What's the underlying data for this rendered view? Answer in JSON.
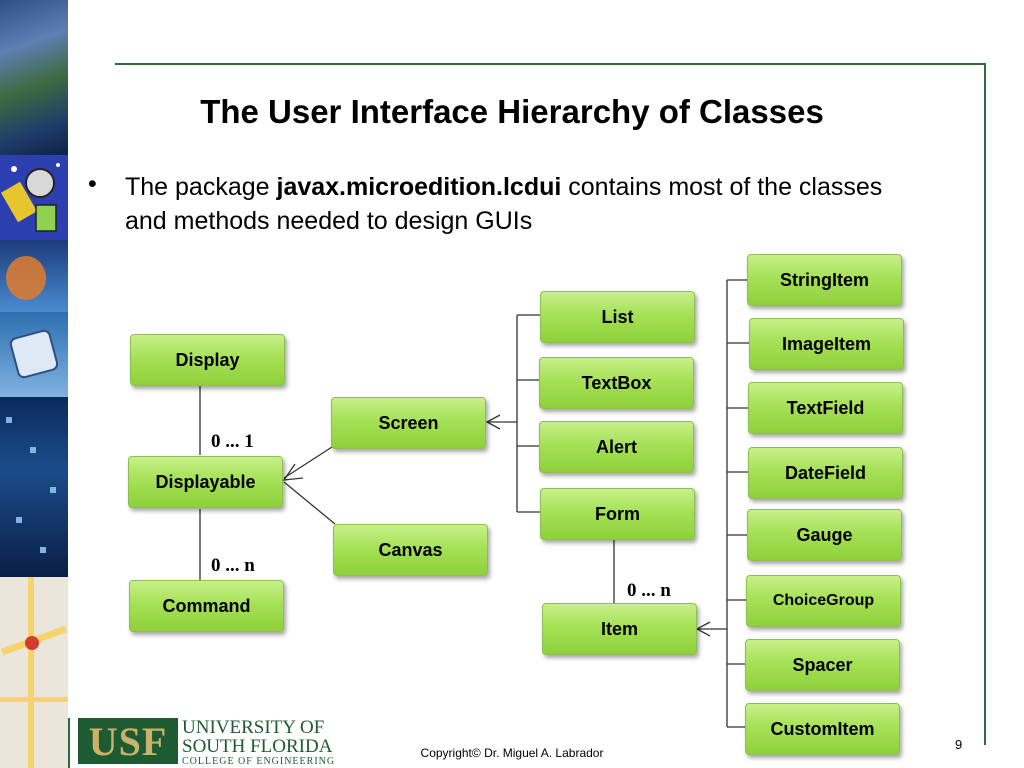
{
  "slide": {
    "title": "The User Interface Hierarchy of Classes",
    "bullet_marker": "•",
    "bullet_pre": "The package ",
    "bullet_bold": "javax.microedition.lcdui",
    "bullet_post": " contains most of the classes and methods needed to design GUIs",
    "copyright": "Copyright© Dr. Miguel A. Labrador",
    "page_number": "9"
  },
  "logo": {
    "mark": "USF",
    "line1": "UNIVERSITY OF",
    "line2": "SOUTH FLORIDA",
    "line3": "COLLEGE OF ENGINEERING"
  },
  "diagram": {
    "nodes": {
      "display": "Display",
      "displayable": "Displayable",
      "command": "Command",
      "screen": "Screen",
      "canvas": "Canvas",
      "list": "List",
      "textbox": "TextBox",
      "alert": "Alert",
      "form": "Form",
      "item": "Item",
      "stringitem": "StringItem",
      "imageitem": "ImageItem",
      "textfield": "TextField",
      "datefield": "DateField",
      "gauge": "Gauge",
      "choicegroup": "ChoiceGroup",
      "spacer": "Spacer",
      "customitem": "CustomItem"
    },
    "multiplicities": {
      "display_displayable": "0 ... 1",
      "displayable_command": "0 ... n",
      "form_item": "0 ... n"
    }
  }
}
